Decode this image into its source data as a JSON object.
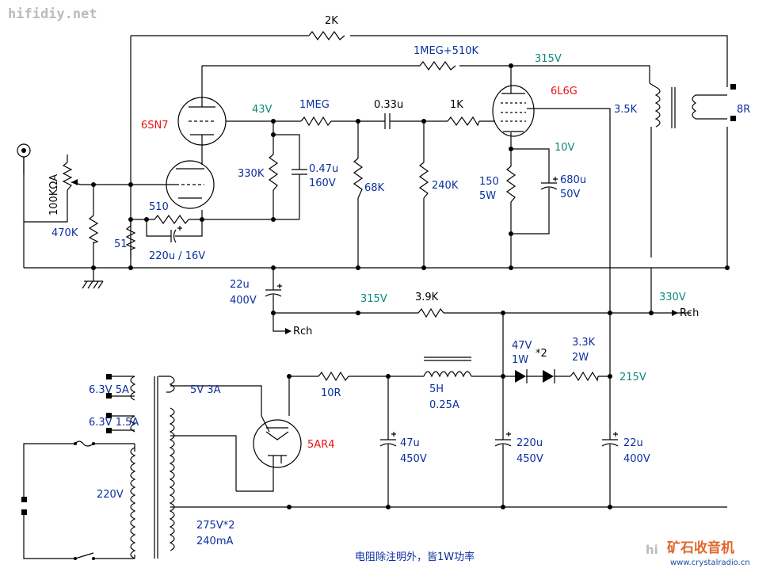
{
  "site": "hifidiy.net",
  "labels": {
    "r_2k": "2K",
    "r_1meg_510k": "1MEG+510K",
    "v_315_top": "315V",
    "tube_6sn7": "6SN7",
    "v_43": "43V",
    "r_1meg": "1MEG",
    "c_033u": "0.33u",
    "r_1k": "1K",
    "tube_6l6g": "6L6G",
    "xfmr_35k": "3.5K",
    "out_8r": "8R",
    "v_10": "10V",
    "r_330k": "330K",
    "c_047u": "0.47u",
    "c_047u_v": "160V",
    "r_68k": "68K",
    "r_240k": "240K",
    "r_150": "150",
    "r_150_w": "5W",
    "c_680u": "680u",
    "c_680u_v": "50V",
    "pot_100k": "100KΩA",
    "r_510": "510",
    "r_470k": "470K",
    "r_51": "51",
    "c_220u_16v": "220u / 16V",
    "c_22u_a": "22u",
    "c_22u_a_v": "400V",
    "rch": "Rch",
    "v_315": "315V",
    "r_39k": "3.9K",
    "v_330": "330V",
    "z_47v": "47V",
    "z_x2": "*2",
    "z_1w": "1W",
    "r_33k": "3.3K",
    "r_33k_w": "2W",
    "v_215": "215V",
    "f_63v_5a": "6.3V  5A",
    "f_5v_3a": "5V  3A",
    "f_63v_15a": "6.3V  1.5A",
    "r_10r": "10R",
    "tube_5ar4": "5AR4",
    "choke_5h": "5H",
    "choke_025a": "0.25A",
    "c_47u": "47u",
    "c_47u_v": "450V",
    "c_220u": "220u",
    "c_220u_v": "450V",
    "c_22u_b": "22u",
    "c_22u_b_v": "400V",
    "mains_220v": "220V",
    "hv_275v": "275V*2",
    "hv_240ma": "240mA"
  },
  "footnote": "电阻除注明外，皆1W功率",
  "watermark": {
    "logo": "矿石收音机",
    "url": "www.crystalradio.cn"
  }
}
